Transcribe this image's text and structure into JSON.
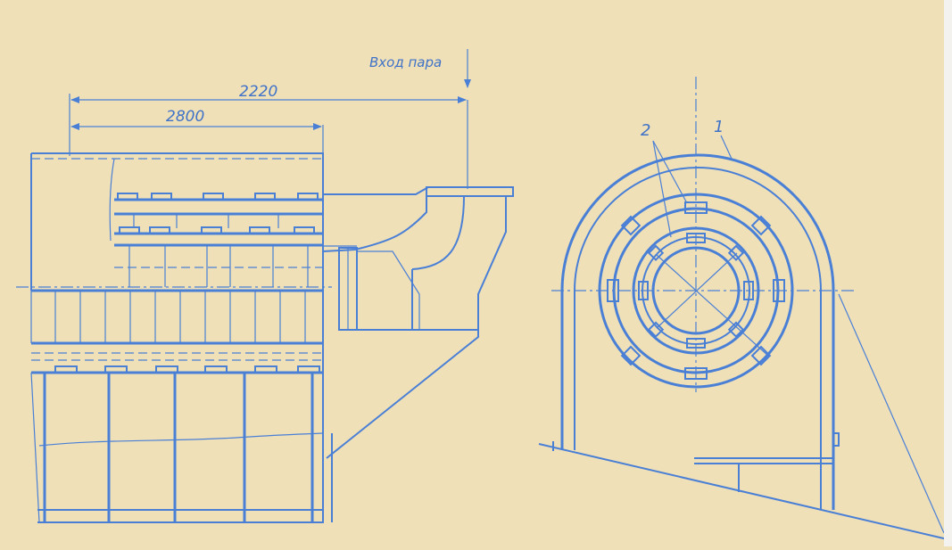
{
  "drawing": {
    "annotations": {
      "steam_inlet": "Вход пара",
      "dim_2220": "2220",
      "dim_2800": "2800"
    },
    "callouts": {
      "part_1": "1",
      "part_2": "2"
    },
    "colors": {
      "paper": "#efe0b8",
      "ink": "#4a7fd6"
    }
  }
}
